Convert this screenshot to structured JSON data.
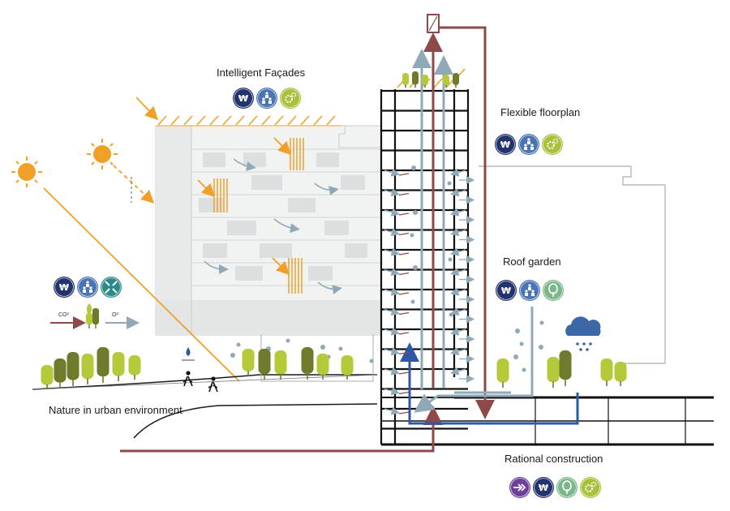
{
  "labels": {
    "intelligent_facades": "Intelligent Façades",
    "flexible_floorplan": "Flexible floorplan",
    "roof_garden": "Roof garden",
    "nature_urban": "Nature in urban environment",
    "rational_construction": "Rational construction"
  },
  "exchange": {
    "co2": "CO²",
    "o2": "O²"
  },
  "icon_groups": {
    "intelligent_facades": [
      "won-icon",
      "community-icon",
      "gear-icon"
    ],
    "flexible_floorplan": [
      "won-icon",
      "community-icon",
      "gear-icon"
    ],
    "roof_garden": [
      "won-icon",
      "community-icon",
      "tree-icon"
    ],
    "nature_urban": [
      "won-icon",
      "community-icon",
      "compress-icon"
    ],
    "rational_construction": [
      "fast-forward-icon",
      "won-icon",
      "tree-icon",
      "gear-icon"
    ]
  },
  "colors": {
    "navy": "#23336e",
    "blue": "#4a74b4",
    "olive": "#a7c13a",
    "teal": "#2a8a8a",
    "purple": "#6c3f99",
    "green": "#79b68a",
    "orange": "#f0a028",
    "maroon": "#8e4a4a",
    "steel": "#8fa9b7",
    "dark_blue": "#2e58a6",
    "tree_light": "#b6c93b",
    "tree_dark": "#6f7a2c"
  }
}
